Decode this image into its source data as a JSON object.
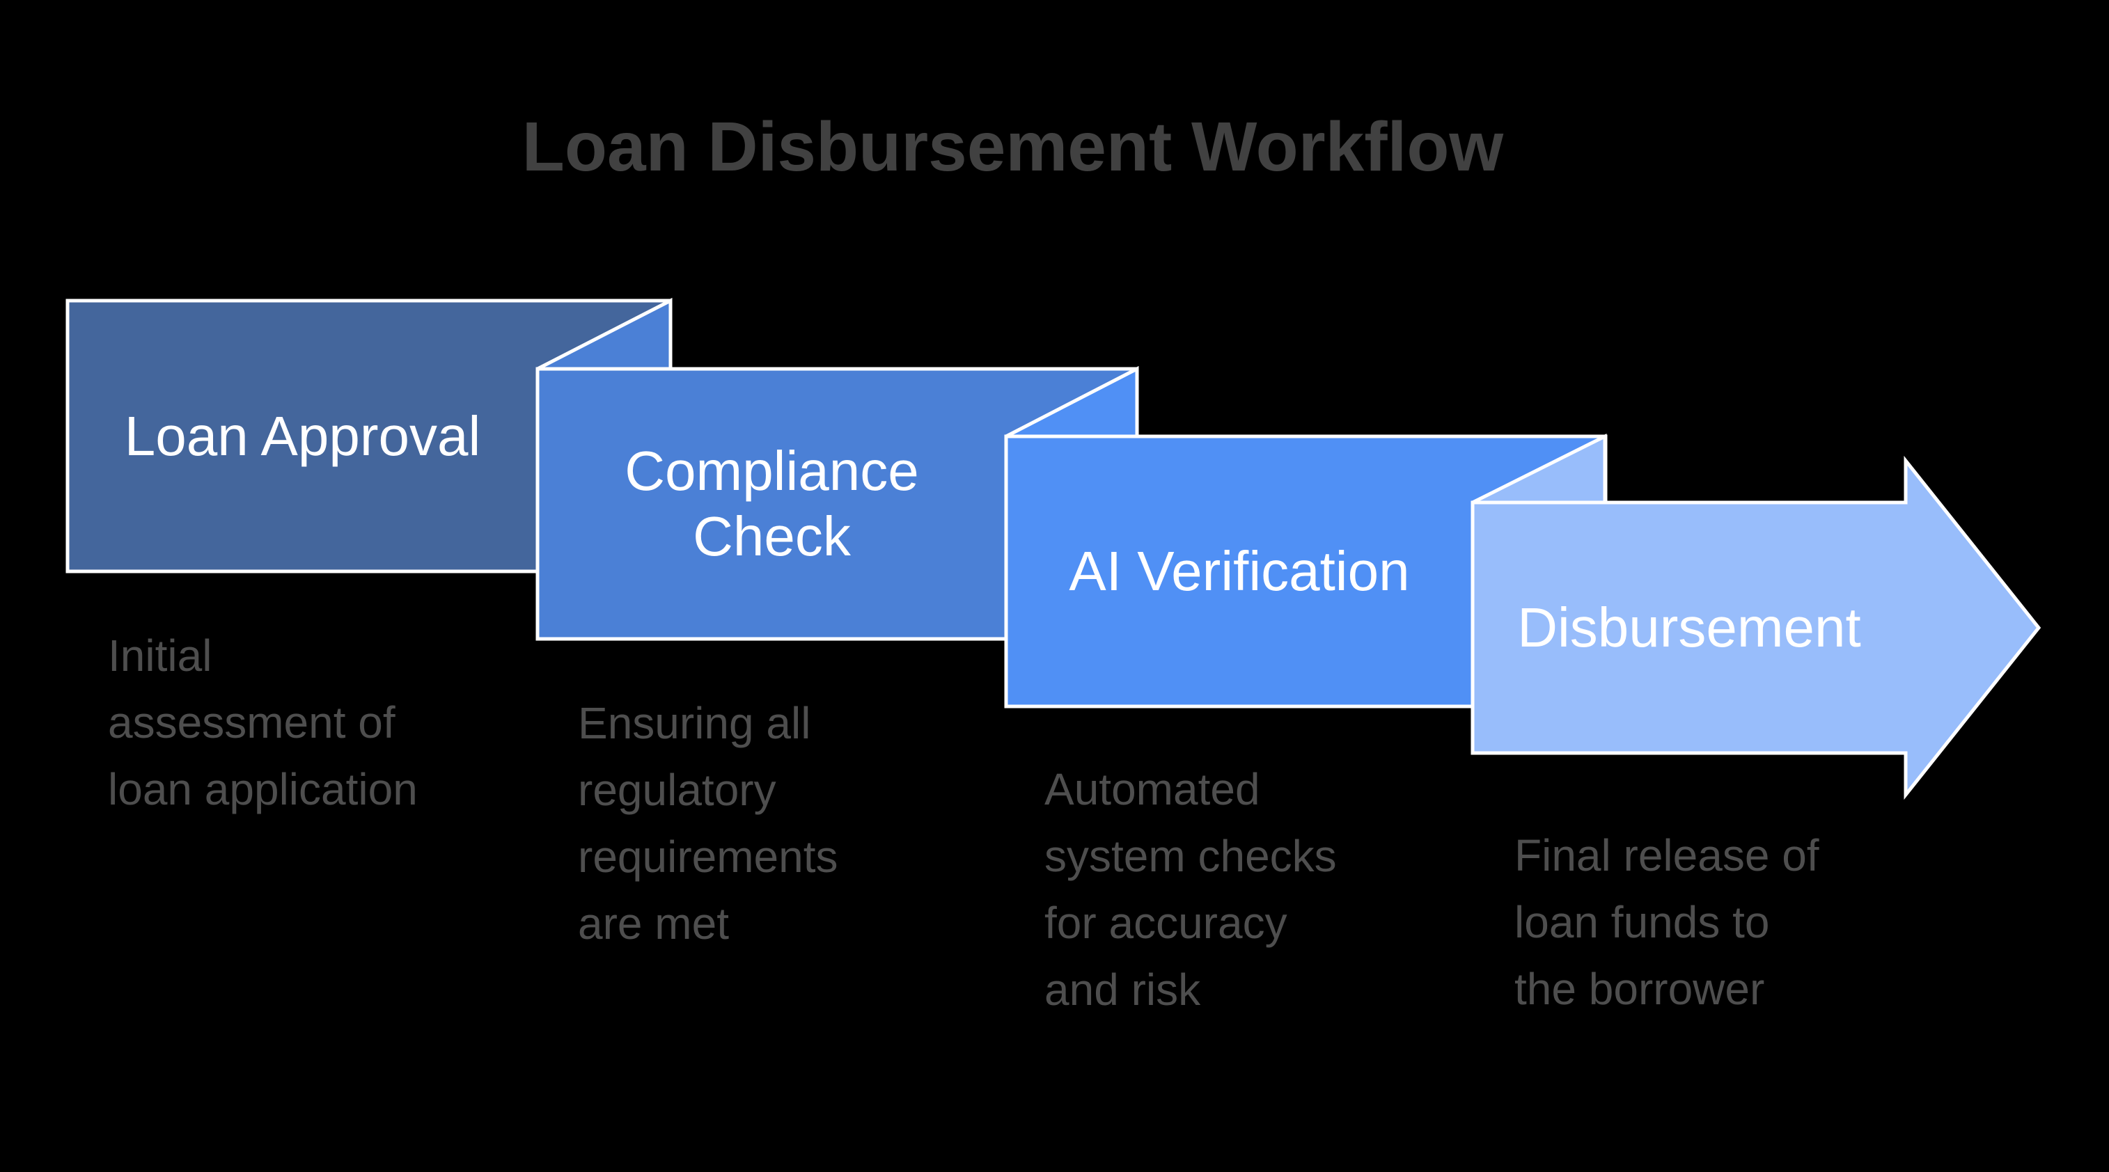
{
  "title": "Loan Disbursement Workflow",
  "colors": {
    "background": "#000000",
    "title_text": "#414141",
    "description_text": "#4e4e4e",
    "label_text": "#ffffff",
    "shape_border": "#ffffff"
  },
  "steps": [
    {
      "label": "Loan Approval",
      "description": "Initial\nassessment of\nloan application",
      "color": "#44669c"
    },
    {
      "label": "Compliance\nCheck",
      "description": "Ensuring all\nregulatory\nrequirements\nare met",
      "color": "#4b80d6"
    },
    {
      "label": "AI Verification",
      "description": "Automated\nsystem checks\nfor accuracy\nand risk",
      "color": "#5090f5"
    },
    {
      "label": "Disbursement",
      "description": "Final release of\nloan funds to\nthe borrower",
      "color": "#98bdfb"
    }
  ]
}
